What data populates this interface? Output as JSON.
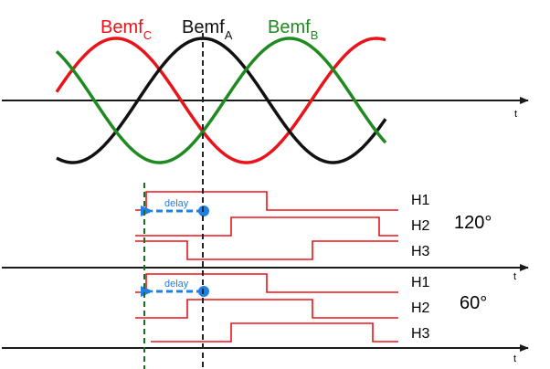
{
  "waveforms": {
    "bemf_c": {
      "base": "Bemf",
      "sub": "C",
      "color": "#e8141c"
    },
    "bemf_a": {
      "base": "Bemf",
      "sub": "A",
      "color": "#111111"
    },
    "bemf_b": {
      "base": "Bemf",
      "sub": "B",
      "color": "#1f8a1f"
    }
  },
  "axes": {
    "t_label": "t"
  },
  "panel_120": {
    "title": "120°",
    "delay_label": "delay",
    "signals": [
      {
        "name": "H1"
      },
      {
        "name": "H2"
      },
      {
        "name": "H3"
      }
    ]
  },
  "panel_60": {
    "title": "60°",
    "delay_label": "delay",
    "signals": [
      {
        "name": "H1"
      },
      {
        "name": "H2"
      },
      {
        "name": "H3"
      }
    ]
  },
  "colors": {
    "signal": "#e8141c",
    "axis": "#1a1a1a",
    "delay": "#1e7fe6",
    "marker_green": "#1f6b1f",
    "marker_black": "#222222"
  }
}
